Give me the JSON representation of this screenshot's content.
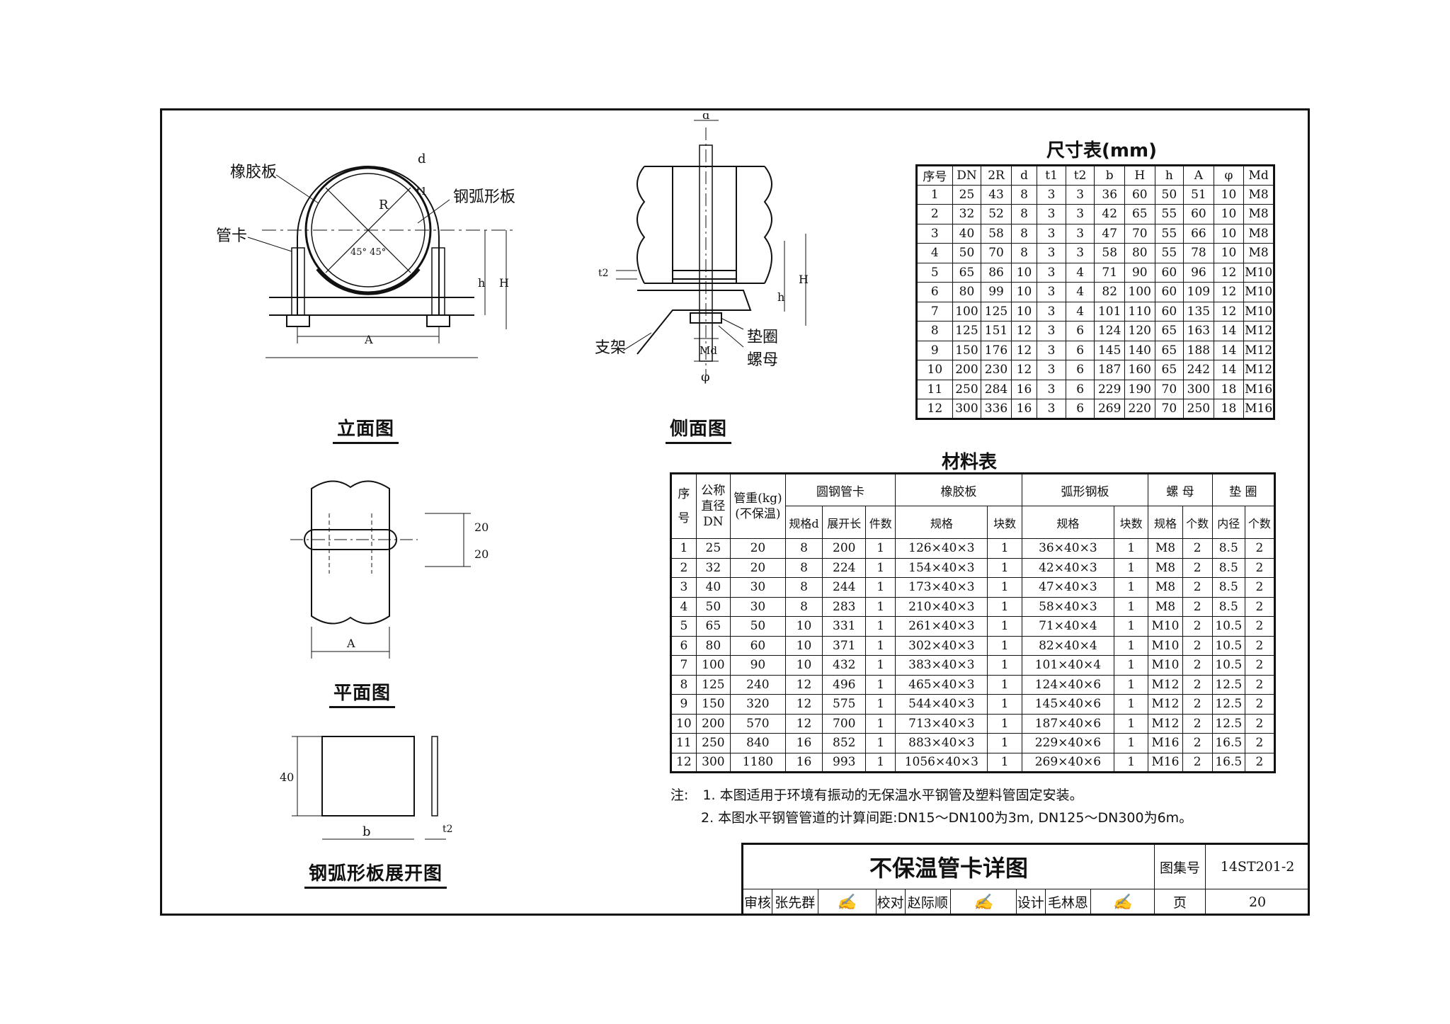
{
  "drawings": {
    "elevation": {
      "caption": "立面图",
      "labels": {
        "rubber": "橡胶板",
        "steel_arc": "钢弧形板",
        "clamp": "管卡",
        "R": "R",
        "d": "d",
        "t1": "t1",
        "angle": "45° 45°",
        "A": "A",
        "h": "h",
        "H": "H"
      }
    },
    "side": {
      "caption": "侧面图",
      "labels": {
        "d": "d",
        "t2": "t2",
        "h": "h",
        "H": "H",
        "support": "支架",
        "washer": "垫圈",
        "nut": "螺母",
        "Md": "Md",
        "phi": "φ"
      }
    },
    "plan": {
      "caption": "平面图",
      "labels": {
        "dim1": "20",
        "dim2": "20",
        "A": "A"
      }
    },
    "unfold": {
      "caption": "钢弧形板展开图",
      "labels": {
        "height": "40",
        "b": "b",
        "t2": "t2"
      }
    }
  },
  "size_table": {
    "title": "尺寸表(mm)",
    "headers": [
      "序号",
      "DN",
      "2R",
      "d",
      "t1",
      "t2",
      "b",
      "H",
      "h",
      "A",
      "φ",
      "Md"
    ],
    "rows": [
      [
        "1",
        "25",
        "43",
        "8",
        "3",
        "3",
        "36",
        "60",
        "50",
        "51",
        "10",
        "M8"
      ],
      [
        "2",
        "32",
        "52",
        "8",
        "3",
        "3",
        "42",
        "65",
        "55",
        "60",
        "10",
        "M8"
      ],
      [
        "3",
        "40",
        "58",
        "8",
        "3",
        "3",
        "47",
        "70",
        "55",
        "66",
        "10",
        "M8"
      ],
      [
        "4",
        "50",
        "70",
        "8",
        "3",
        "3",
        "58",
        "80",
        "55",
        "78",
        "10",
        "M8"
      ],
      [
        "5",
        "65",
        "86",
        "10",
        "3",
        "4",
        "71",
        "90",
        "60",
        "96",
        "12",
        "M10"
      ],
      [
        "6",
        "80",
        "99",
        "10",
        "3",
        "4",
        "82",
        "100",
        "60",
        "109",
        "12",
        "M10"
      ],
      [
        "7",
        "100",
        "125",
        "10",
        "3",
        "4",
        "101",
        "110",
        "60",
        "135",
        "12",
        "M10"
      ],
      [
        "8",
        "125",
        "151",
        "12",
        "3",
        "6",
        "124",
        "120",
        "65",
        "163",
        "14",
        "M12"
      ],
      [
        "9",
        "150",
        "176",
        "12",
        "3",
        "6",
        "145",
        "140",
        "65",
        "188",
        "14",
        "M12"
      ],
      [
        "10",
        "200",
        "230",
        "12",
        "3",
        "6",
        "187",
        "160",
        "65",
        "242",
        "14",
        "M12"
      ],
      [
        "11",
        "250",
        "284",
        "16",
        "3",
        "6",
        "229",
        "190",
        "70",
        "300",
        "18",
        "M16"
      ],
      [
        "12",
        "300",
        "336",
        "16",
        "3",
        "6",
        "269",
        "220",
        "70",
        "250",
        "18",
        "M16"
      ]
    ]
  },
  "material_table": {
    "title": "材料表",
    "header1": {
      "no": "序号",
      "dn": "公称直径DN",
      "weight": "管重(kg)(不保温)",
      "clamp": "圆钢管卡",
      "rubber": "橡胶板",
      "arc": "弧形钢板",
      "nut": "螺 母",
      "washer": "垫 圈"
    },
    "header2": [
      "规格d",
      "展开长",
      "件数",
      "规格",
      "块数",
      "规格",
      "块数",
      "规格",
      "个数",
      "内径",
      "个数"
    ],
    "rows": [
      [
        "1",
        "25",
        "20",
        "8",
        "200",
        "1",
        "126×40×3",
        "1",
        "36×40×3",
        "1",
        "M8",
        "2",
        "8.5",
        "2"
      ],
      [
        "2",
        "32",
        "20",
        "8",
        "224",
        "1",
        "154×40×3",
        "1",
        "42×40×3",
        "1",
        "M8",
        "2",
        "8.5",
        "2"
      ],
      [
        "3",
        "40",
        "30",
        "8",
        "244",
        "1",
        "173×40×3",
        "1",
        "47×40×3",
        "1",
        "M8",
        "2",
        "8.5",
        "2"
      ],
      [
        "4",
        "50",
        "30",
        "8",
        "283",
        "1",
        "210×40×3",
        "1",
        "58×40×3",
        "1",
        "M8",
        "2",
        "8.5",
        "2"
      ],
      [
        "5",
        "65",
        "50",
        "10",
        "331",
        "1",
        "261×40×3",
        "1",
        "71×40×4",
        "1",
        "M10",
        "2",
        "10.5",
        "2"
      ],
      [
        "6",
        "80",
        "60",
        "10",
        "371",
        "1",
        "302×40×3",
        "1",
        "82×40×4",
        "1",
        "M10",
        "2",
        "10.5",
        "2"
      ],
      [
        "7",
        "100",
        "90",
        "10",
        "432",
        "1",
        "383×40×3",
        "1",
        "101×40×4",
        "1",
        "M10",
        "2",
        "10.5",
        "2"
      ],
      [
        "8",
        "125",
        "240",
        "12",
        "496",
        "1",
        "465×40×3",
        "1",
        "124×40×6",
        "1",
        "M12",
        "2",
        "12.5",
        "2"
      ],
      [
        "9",
        "150",
        "320",
        "12",
        "575",
        "1",
        "544×40×3",
        "1",
        "145×40×6",
        "1",
        "M12",
        "2",
        "12.5",
        "2"
      ],
      [
        "10",
        "200",
        "570",
        "12",
        "700",
        "1",
        "713×40×3",
        "1",
        "187×40×6",
        "1",
        "M12",
        "2",
        "12.5",
        "2"
      ],
      [
        "11",
        "250",
        "840",
        "16",
        "852",
        "1",
        "883×40×3",
        "1",
        "229×40×6",
        "1",
        "M16",
        "2",
        "16.5",
        "2"
      ],
      [
        "12",
        "300",
        "1180",
        "16",
        "993",
        "1",
        "1056×40×3",
        "1",
        "269×40×6",
        "1",
        "M16",
        "2",
        "16.5",
        "2"
      ]
    ]
  },
  "notes": {
    "prefix": "注:",
    "items": [
      "1. 本图适用于环境有振动的无保温水平钢管及塑料管固定安装。",
      "2. 本图水平钢管管道的计算间距:DN15～DN100为3m, DN125～DN300为6m。"
    ]
  },
  "title_block": {
    "title": "不保温管卡详图",
    "atlas_label": "图集号",
    "atlas_no": "14ST201-2",
    "review_label": "审核",
    "reviewer": "张先群",
    "check_label": "校对",
    "checker": "赵际顺",
    "design_label": "设计",
    "designer": "毛林恩",
    "page_label": "页",
    "page_no": "20"
  }
}
